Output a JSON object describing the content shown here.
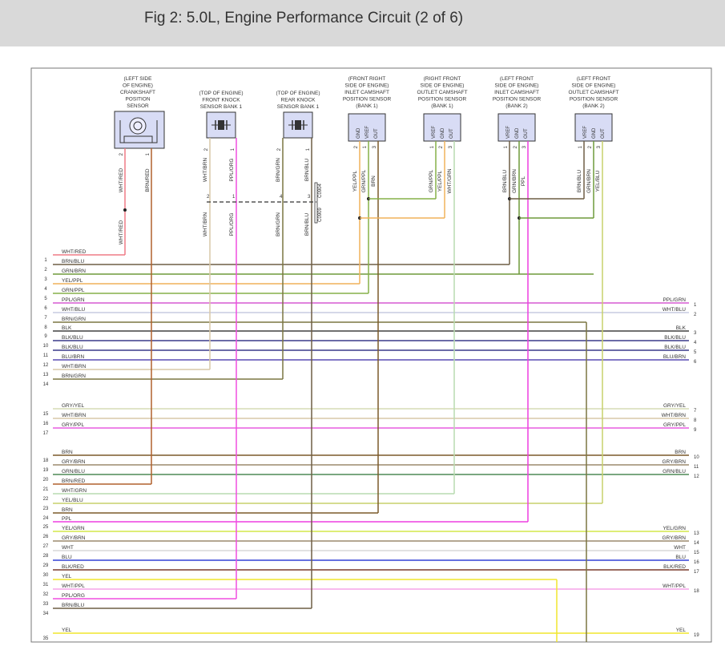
{
  "title": "Fig 2: 5.0L, Engine Performance Circuit (2 of 6)",
  "colors": {
    "WHT/RED": "#ef7b86",
    "BRN/BLU": "#6f5e45",
    "GRN/BRN": "#6e9a3a",
    "YEL/PPL": "#f0b25a",
    "GRN/PPL": "#86b048",
    "PPL/GRN": "#d65ad2",
    "WHT/BLU": "#c7cbe0",
    "BRN/GRN": "#7b7642",
    "BLK": "#404040",
    "BLK/BLU": "#3a3a8a",
    "BLU/BRN": "#5a4bb3",
    "WHT/BRN": "#d9c9a8",
    "GRY/YEL": "#d6dcb6",
    "GRY/PPL": "#e75de0",
    "BRN": "#7c5a2a",
    "GRY/BRN": "#9b8a6e",
    "GRN/BLU": "#4f8a56",
    "BRN/RED": "#b0612d",
    "WHT/GRN": "#b9dcb0",
    "YEL/BLU": "#c7d06b",
    "PPL": "#ee3fe0",
    "YEL/GRN": "#d3e84a",
    "WHT": "#d8d8d8",
    "BLU": "#3342d6",
    "BLK/RED": "#7a3b2c",
    "YEL": "#f0e62d",
    "WHT/PPL": "#f5a3e8",
    "PPL/ORG": "#f04ee0",
    "WHT/GRN_V": "#a9d49a",
    "GRN/BRN_V": "#6e9a3a"
  },
  "components": [
    {
      "id": "ckp",
      "label": [
        "(LEFT SIDE",
        "OF ENGINE)",
        "CRANKSHAFT",
        "POSITION",
        "SENSOR"
      ],
      "pins": [
        "2",
        "1"
      ],
      "wires": [
        "WHT/RED",
        "BRN/RED"
      ]
    },
    {
      "id": "ks1",
      "label": [
        "(TOP OF ENGINE)",
        "FRONT KNOCK",
        "SENSOR BANK 1"
      ],
      "pins": [
        "2",
        "1"
      ],
      "wires": [
        "WHT/BRN",
        "PPL/ORG"
      ]
    },
    {
      "id": "ks2",
      "label": [
        "(TOP OF ENGINE)",
        "REAR KNOCK",
        "SENSOR BANK 1"
      ],
      "pins": [
        "2",
        "1"
      ],
      "wires": [
        "BRN/GRN",
        "BRN/BLU"
      ]
    },
    {
      "id": "cmp1",
      "label": [
        "(FRONT RIGHT",
        "SIDE OF ENGINE)",
        "INLET CAMSHAFT",
        "POSITION SENSOR",
        "(BANK 1)"
      ],
      "pinNames": [
        "GND",
        "VREF",
        "OUT"
      ],
      "pins": [
        "2",
        "1",
        "3"
      ],
      "wires": [
        "YEL/PPL",
        "GRN/PPL",
        "BRN"
      ]
    },
    {
      "id": "cmp2",
      "label": [
        "(RIGHT FRONT",
        "SIDE OF ENGINE)",
        "OUTLET CAMSHAFT",
        "POSITION SENSOR",
        "(BANK 1)"
      ],
      "pinNames": [
        "VREF",
        "GND",
        "OUT"
      ],
      "pins": [
        "1",
        "2",
        "3"
      ],
      "wires": [
        "GRN/PPL",
        "YEL/PPL",
        "WHT/GRN"
      ]
    },
    {
      "id": "cmp3",
      "label": [
        "(LEFT FRONT",
        "SIDE OF ENGINE)",
        "INLET CAMSHAFT",
        "POSITION SENSOR",
        "(BANK 2)"
      ],
      "pinNames": [
        "VREF",
        "GND",
        "OUT"
      ],
      "pins": [
        "1",
        "2",
        "3"
      ],
      "wires": [
        "BRN/BLU",
        "GRN/BRN",
        "PPL"
      ]
    },
    {
      "id": "cmp4",
      "label": [
        "(LEFT FRONT",
        "SIDE OF ENGINE)",
        "OUTLET CAMSHAFT",
        "POSITION SENSOR",
        "(BANK 2)"
      ],
      "pinNames": [
        "VREF",
        "GND",
        "OUT"
      ],
      "pins": [
        "1",
        "2",
        "3"
      ],
      "wires": [
        "BRN/BLU",
        "GRN/BRN",
        "YEL/BLU"
      ]
    }
  ],
  "connector_labels": {
    "c0904": "C0904",
    "c0909": "C0909",
    "ks1_pins": [
      "2",
      "1"
    ],
    "ks2_pins": [
      "4",
      "3"
    ]
  },
  "lower_ckp_wire": "WHT/RED",
  "lower_ks_wires": [
    "WHT/BRN",
    "PPL/ORG",
    "BRN/GRN",
    "BRN/BLU"
  ],
  "left_pins": [
    {
      "n": "1",
      "w": "WHT/RED"
    },
    {
      "n": "2",
      "w": "BRN/BLU"
    },
    {
      "n": "3",
      "w": "GRN/BRN"
    },
    {
      "n": "4",
      "w": "YEL/PPL"
    },
    {
      "n": "5",
      "w": "GRN/PPL"
    },
    {
      "n": "6",
      "w": "PPL/GRN"
    },
    {
      "n": "7",
      "w": "WHT/BLU"
    },
    {
      "n": "8",
      "w": "BRN/GRN"
    },
    {
      "n": "9",
      "w": "BLK"
    },
    {
      "n": "10",
      "w": "BLK/BLU"
    },
    {
      "n": "11",
      "w": "BLK/BLU"
    },
    {
      "n": "12",
      "w": "BLU/BRN"
    },
    {
      "n": "13",
      "w": "WHT/BRN"
    },
    {
      "n": "14",
      "w": "BRN/GRN"
    },
    {
      "n": "15",
      "w": "GRY/YEL"
    },
    {
      "n": "16",
      "w": "WHT/BRN"
    },
    {
      "n": "17",
      "w": "GRY/PPL"
    },
    {
      "n": "18",
      "w": "BRN"
    },
    {
      "n": "19",
      "w": "GRY/BRN"
    },
    {
      "n": "20",
      "w": "GRN/BLU"
    },
    {
      "n": "21",
      "w": "BRN/RED"
    },
    {
      "n": "22",
      "w": "WHT/GRN"
    },
    {
      "n": "23",
      "w": "YEL/BLU"
    },
    {
      "n": "24",
      "w": "BRN"
    },
    {
      "n": "25",
      "w": "PPL"
    },
    {
      "n": "26",
      "w": "YEL/GRN"
    },
    {
      "n": "27",
      "w": "GRY/BRN"
    },
    {
      "n": "28",
      "w": "WHT"
    },
    {
      "n": "29",
      "w": "BLU"
    },
    {
      "n": "30",
      "w": "BLK/RED"
    },
    {
      "n": "31",
      "w": "YEL"
    },
    {
      "n": "32",
      "w": "WHT/PPL"
    },
    {
      "n": "33",
      "w": "PPL/ORG"
    },
    {
      "n": "34",
      "w": "BRN/BLU"
    },
    {
      "n": "35",
      "w": "YEL"
    }
  ],
  "right_pins": [
    {
      "n": "1",
      "w": "PPL/GRN"
    },
    {
      "n": "2",
      "w": "WHT/BLU"
    },
    {
      "n": "3",
      "w": "BLK"
    },
    {
      "n": "4",
      "w": "BLK/BLU"
    },
    {
      "n": "5",
      "w": "BLK/BLU"
    },
    {
      "n": "6",
      "w": "BLU/BRN"
    },
    {
      "n": "7",
      "w": "GRY/YEL"
    },
    {
      "n": "8",
      "w": "WHT/BRN"
    },
    {
      "n": "9",
      "w": "GRY/PPL"
    },
    {
      "n": "10",
      "w": "BRN"
    },
    {
      "n": "11",
      "w": "GRY/BRN"
    },
    {
      "n": "12",
      "w": "GRN/BLU"
    },
    {
      "n": "13",
      "w": "YEL/GRN"
    },
    {
      "n": "14",
      "w": "GRY/BRN"
    },
    {
      "n": "15",
      "w": "WHT"
    },
    {
      "n": "16",
      "w": "BLU"
    },
    {
      "n": "17",
      "w": "BLK/RED"
    },
    {
      "n": "18",
      "w": "WHT/PPL"
    },
    {
      "n": "19",
      "w": "YEL"
    }
  ]
}
